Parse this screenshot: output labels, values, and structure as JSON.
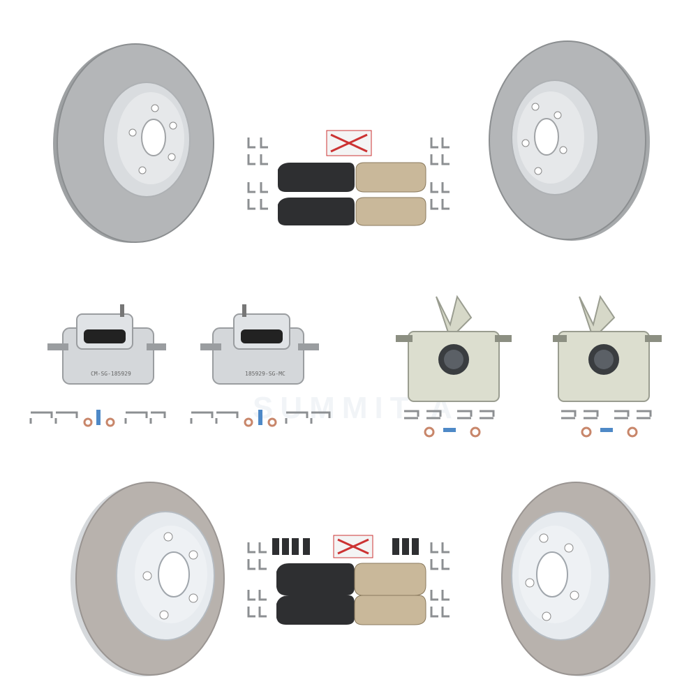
{
  "colors": {
    "rotor_face": "#aeb0b1",
    "rotor_hat": "#d9dcdf",
    "rotor_coated": "#e7ebef",
    "caliper": "#d4d7da",
    "pad_backing": "#2e2f31",
    "pad_friction": "#c9b89a",
    "clip": "#8c8f92",
    "washer": "#c8866a",
    "bolt": "#4e89c7"
  },
  "image": {
    "description_tag": "brake-kit-product-photo"
  },
  "watermark": {
    "text": "SUMMIT A"
  },
  "caliper_labels": {
    "front_left": "CM-SG-185929",
    "front_right": "185929-SG-MC"
  },
  "icons": {
    "front_rotor": "rotor-icon",
    "rear_rotor": "rotor-icon",
    "pad_set": "brake-pad-icon",
    "caliper": "caliper-icon",
    "hardware": "hardware-clip-icon",
    "washer": "washer-icon",
    "bolt": "bolt-icon",
    "instruction_sheet": "instruction-sheet-icon"
  }
}
